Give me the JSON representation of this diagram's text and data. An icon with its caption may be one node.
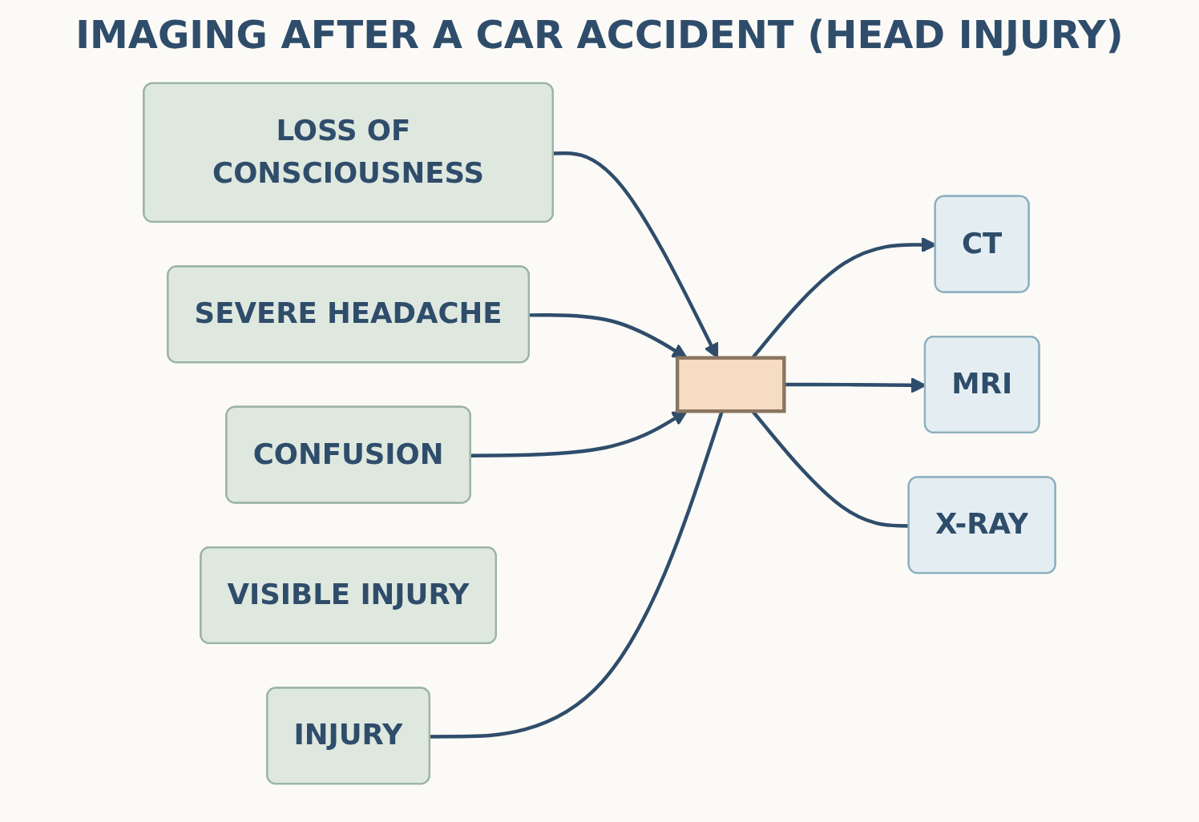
{
  "diagram": {
    "title": "IMAGING AFTER A CAR ACCIDENT (HEAD INJURY)",
    "nodes": [
      {
        "text": [
          "LOSS OF CONSCIOUSNESS"
        ]
      },
      {
        "text": [
          "SEVERE HEADACHE"
        ]
      },
      {
        "text": [
          "CONFUSION"
        ]
      },
      {
        "text": [
          "VISIBLE INJURY"
        ]
      },
      {
        "text": [
          "INJURY"
        ]
      },
      {
        "text": [],
        "shape": "box"
      },
      {
        "text": [
          "CT"
        ]
      },
      {
        "text": [
          "MRI"
        ]
      },
      {
        "text": [
          "X-RAY"
        ]
      }
    ],
    "edges": [
      {
        "from": 0,
        "to": 5,
        "arrow": "to"
      },
      {
        "from": 1,
        "to": 5,
        "arrow": "to"
      },
      {
        "from": 2,
        "to": 5,
        "arrow": "to"
      },
      {
        "from": 4,
        "to": 5,
        "arrow": "none"
      },
      {
        "from": 5,
        "to": 6,
        "arrow": "to"
      },
      {
        "from": 5,
        "to": 7,
        "arrow": "to"
      },
      {
        "from": 5,
        "to": 8,
        "arrow": "none"
      }
    ]
  }
}
